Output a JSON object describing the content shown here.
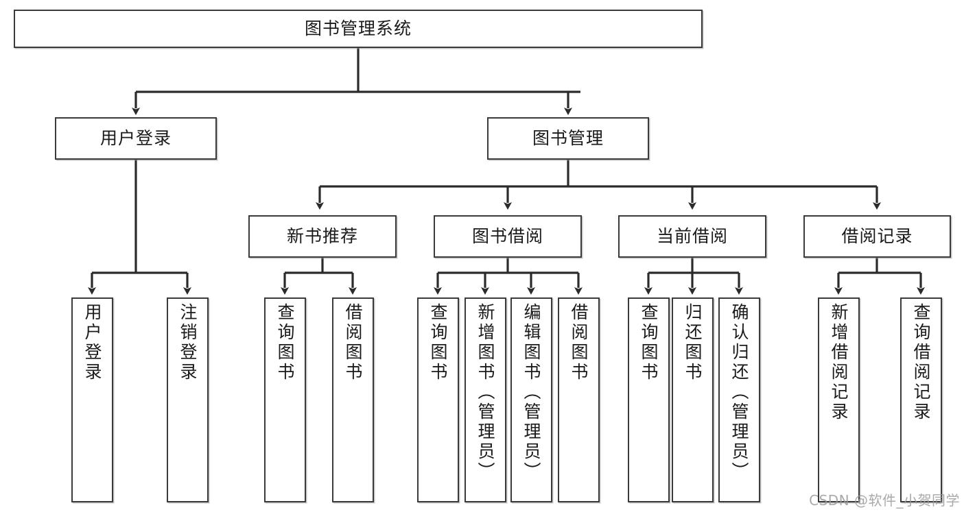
{
  "diagram": {
    "type": "tree",
    "title": "图书管理系统",
    "root": {
      "label": "图书管理系统",
      "children": [
        {
          "label": "用户登录",
          "children": [
            {
              "label": "用户登录"
            },
            {
              "label": "注销登录"
            }
          ]
        },
        {
          "label": "图书管理",
          "children": [
            {
              "label": "新书推荐",
              "children": [
                {
                  "label": "查询图书"
                },
                {
                  "label": "借阅图书"
                }
              ]
            },
            {
              "label": "图书借阅",
              "children": [
                {
                  "label": "查询图书"
                },
                {
                  "label": "新增图书（管理员）"
                },
                {
                  "label": "编辑图书（管理员）"
                },
                {
                  "label": "借阅图书"
                }
              ]
            },
            {
              "label": "当前借阅",
              "children": [
                {
                  "label": "查询图书"
                },
                {
                  "label": "归还图书"
                },
                {
                  "label": "确认归还（管理员）"
                }
              ]
            },
            {
              "label": "借阅记录",
              "children": [
                {
                  "label": "新增借阅记录"
                },
                {
                  "label": "查询借阅记录"
                }
              ]
            }
          ]
        }
      ]
    },
    "nodes": {
      "root": {
        "label": "图书管理系统"
      },
      "l2_user": {
        "label": "用户登录"
      },
      "l2_book": {
        "label": "图书管理"
      },
      "l3_new": {
        "label": "新书推荐"
      },
      "l3_borrow": {
        "label": "图书借阅"
      },
      "l3_current": {
        "label": "当前借阅"
      },
      "l3_record": {
        "label": "借阅记录"
      },
      "leaf_user_1": {
        "label": "用户登录"
      },
      "leaf_user_2": {
        "label": "注销登录"
      },
      "leaf_new_1": {
        "label": "查询图书"
      },
      "leaf_new_2": {
        "label": "借阅图书"
      },
      "leaf_brw_1": {
        "label": "查询图书"
      },
      "leaf_brw_2": {
        "label": "新增图书（管理员）"
      },
      "leaf_brw_3": {
        "label": "编辑图书（管理员）"
      },
      "leaf_brw_4": {
        "label": "借阅图书"
      },
      "leaf_cur_1": {
        "label": "查询图书"
      },
      "leaf_cur_2": {
        "label": "归还图书"
      },
      "leaf_cur_3": {
        "label": "确认归还（管理员）"
      },
      "leaf_rec_1": {
        "label": "新增借阅记录"
      },
      "leaf_rec_2": {
        "label": "查询借阅记录"
      }
    },
    "colors": {
      "box_border": "#3a3a3a",
      "box_fill": "#ffffff",
      "edge": "#2b2b2b",
      "text": "#1a1a1a",
      "watermark": "#9b9b9b",
      "background": "#ffffff"
    }
  },
  "watermark": {
    "text": "CSDN @软件_小贺同学"
  }
}
